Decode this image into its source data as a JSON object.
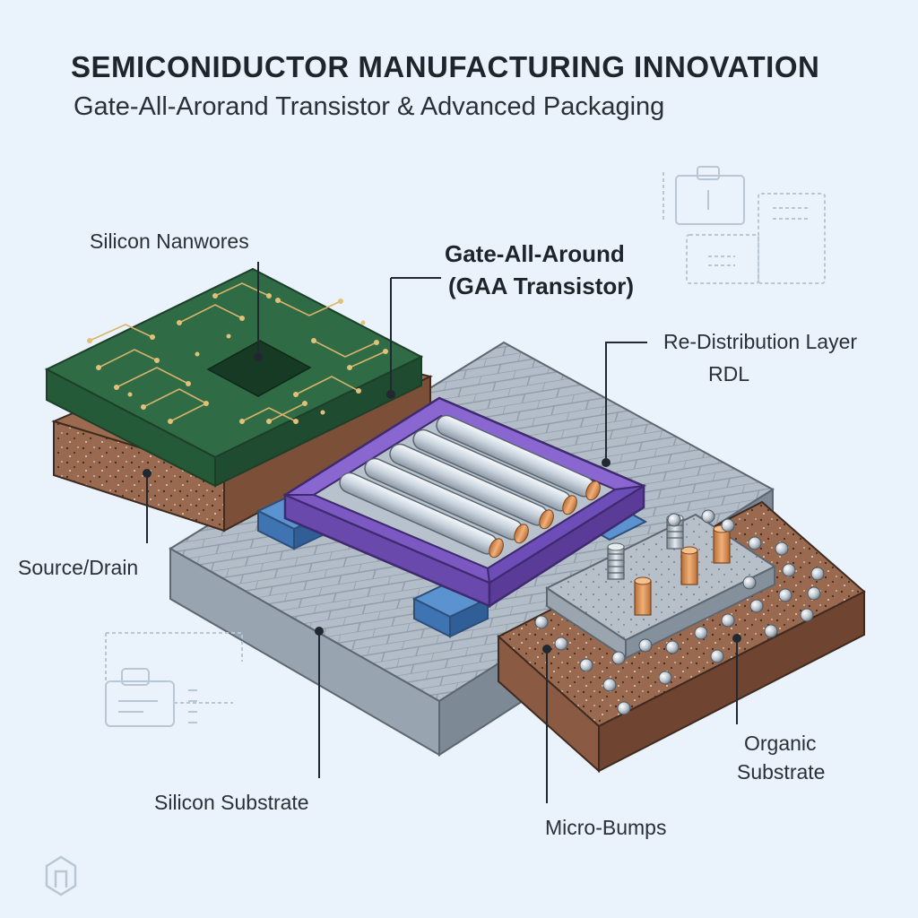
{
  "header": {
    "title": "SEMICONIDUCTOR MANUFACTURING INNOVATION",
    "subtitle": "Gate-All-Arorand Transistor & Advanced Packaging"
  },
  "labels": {
    "silicon_nanowires": "Silicon Nanwores",
    "gaa_line1": "Gate-All-Around",
    "gaa_line2": "(GAA Transistor)",
    "rdl_line1": "Re-Distribution Layer",
    "rdl_line2": "RDL",
    "source_drain": "Source/Drain",
    "silicon_substrate": "Silicon Substrate",
    "micro_bumps": "Micro-Bumps",
    "organic_line1": "Organic",
    "organic_line2": "Substrate"
  },
  "colors": {
    "background": "#eaf3fc",
    "pcb_green": "#2f6b45",
    "substrate_brown": "#8a5a43",
    "gate_purple": "#7b58c2",
    "blue_contact": "#4a82c4",
    "silicon_grey": "#aab6c2",
    "copper": "#d99458"
  },
  "icons": [
    "clipboard-icon",
    "server-rack-icon",
    "circuit-icon",
    "logo-icon"
  ]
}
